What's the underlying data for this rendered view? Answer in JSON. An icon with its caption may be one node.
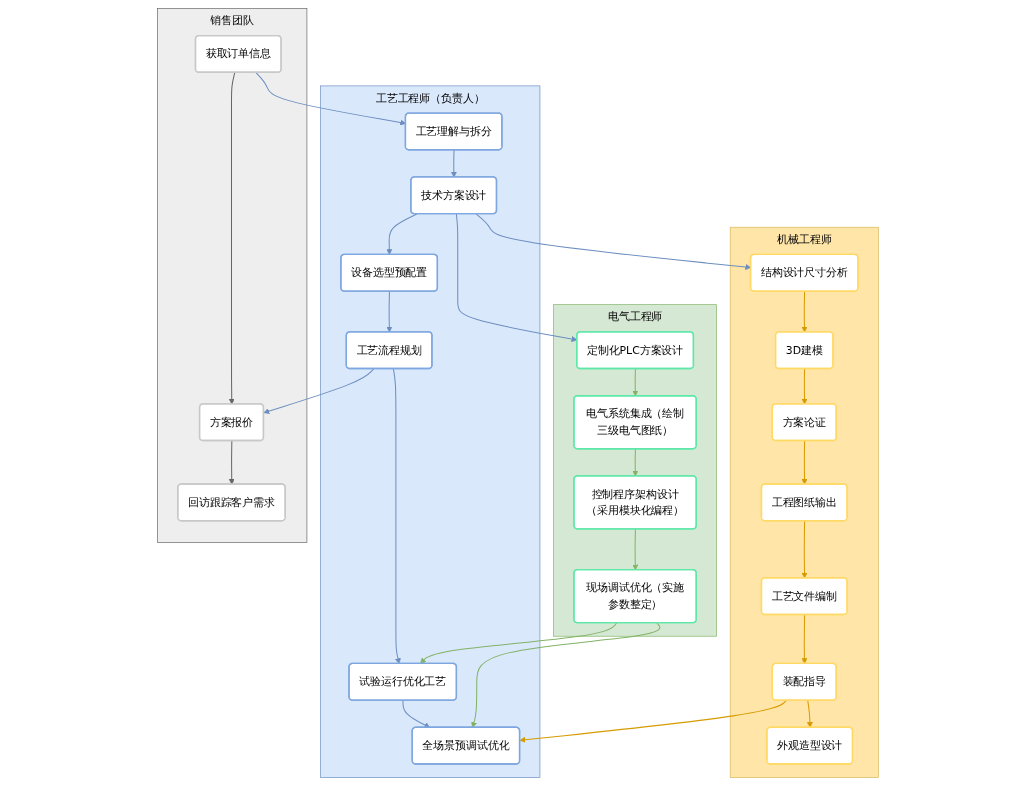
{
  "diagram": {
    "nodes": [
      {
        "text": [
          "销售团队"
        ]
      },
      {
        "text": [
          "工艺工程师（负责人）"
        ]
      },
      {
        "text": [
          "机械工程师"
        ]
      },
      {
        "text": [
          "电气工程师"
        ]
      },
      {
        "text": [
          "获取订单信息"
        ],
        "in": 0
      },
      {
        "text": [
          "方案报价"
        ],
        "in": 0
      },
      {
        "text": [
          "回访跟踪客户需求"
        ],
        "in": 0
      },
      {
        "text": [
          "工艺理解与拆分"
        ],
        "in": 1
      },
      {
        "text": [
          "技术方案设计"
        ],
        "in": 1
      },
      {
        "text": [
          "设备选型预配置"
        ],
        "in": 1
      },
      {
        "text": [
          "工艺流程规划"
        ],
        "in": 1
      },
      {
        "text": [
          "试验运行优化工艺"
        ],
        "in": 1
      },
      {
        "text": [
          "全场景预调试优化"
        ],
        "in": 1
      },
      {
        "text": [
          "结构设计尺寸分析"
        ],
        "in": 2
      },
      {
        "text": [
          "3D建模"
        ],
        "in": 2
      },
      {
        "text": [
          "方案论证"
        ],
        "in": 2
      },
      {
        "text": [
          "工程图纸输出"
        ],
        "in": 2
      },
      {
        "text": [
          "工艺文件编制"
        ],
        "in": 2
      },
      {
        "text": [
          "装配指导"
        ],
        "in": 2
      },
      {
        "text": [
          "外观造型设计"
        ],
        "in": 2
      },
      {
        "text": [
          "定制化PLC方案设计"
        ],
        "in": 3
      },
      {
        "text": [
          "电气系统集成（绘制三级电气图纸）"
        ],
        "in": 3
      },
      {
        "text": [
          "控制程序架构设计（采用模块化编程）"
        ],
        "in": 3
      },
      {
        "text": [
          "现场调试优化（实施参数整定）"
        ],
        "in": 3
      }
    ],
    "edges": [
      {
        "from": 4,
        "to": 7,
        "arrow": "to"
      },
      {
        "from": 4,
        "to": 5,
        "arrow": "to",
        "color": "#666666"
      },
      {
        "from": 5,
        "to": 6,
        "arrow": "to",
        "color": "#666666"
      },
      {
        "from": 7,
        "to": 8,
        "arrow": "to"
      },
      {
        "from": 8,
        "to": 9,
        "arrow": "to"
      },
      {
        "from": 9,
        "to": 10,
        "arrow": "to"
      },
      {
        "from": 10,
        "to": 11,
        "arrow": "to"
      },
      {
        "from": 11,
        "to": 12,
        "arrow": "to"
      },
      {
        "from": 8,
        "to": 13,
        "arrow": "to"
      },
      {
        "from": 8,
        "to": 20,
        "arrow": "to"
      },
      {
        "from": 10,
        "to": 5,
        "arrow": "to"
      },
      {
        "from": 13,
        "to": 14,
        "arrow": "to",
        "color": "#d79b00"
      },
      {
        "from": 14,
        "to": 15,
        "arrow": "to",
        "color": "#d79b00"
      },
      {
        "from": 15,
        "to": 16,
        "arrow": "to",
        "color": "#d79b00"
      },
      {
        "from": 16,
        "to": 17,
        "arrow": "to",
        "color": "#d79b00"
      },
      {
        "from": 17,
        "to": 18,
        "arrow": "to",
        "color": "#d79b00"
      },
      {
        "from": 18,
        "to": 19,
        "arrow": "to",
        "color": "#d79b00"
      },
      {
        "from": 18,
        "to": 12,
        "arrow": "to",
        "color": "#d79b00"
      },
      {
        "from": 20,
        "to": 21,
        "arrow": "to",
        "color": "#82b366"
      },
      {
        "from": 21,
        "to": 22,
        "arrow": "to",
        "color": "#82b366"
      },
      {
        "from": 22,
        "to": 23,
        "arrow": "to",
        "color": "#82b366"
      },
      {
        "from": 23,
        "to": 11,
        "arrow": "to",
        "color": "#82b366"
      },
      {
        "from": 23,
        "to": 12,
        "arrow": "to",
        "color": "#82b366"
      }
    ]
  }
}
